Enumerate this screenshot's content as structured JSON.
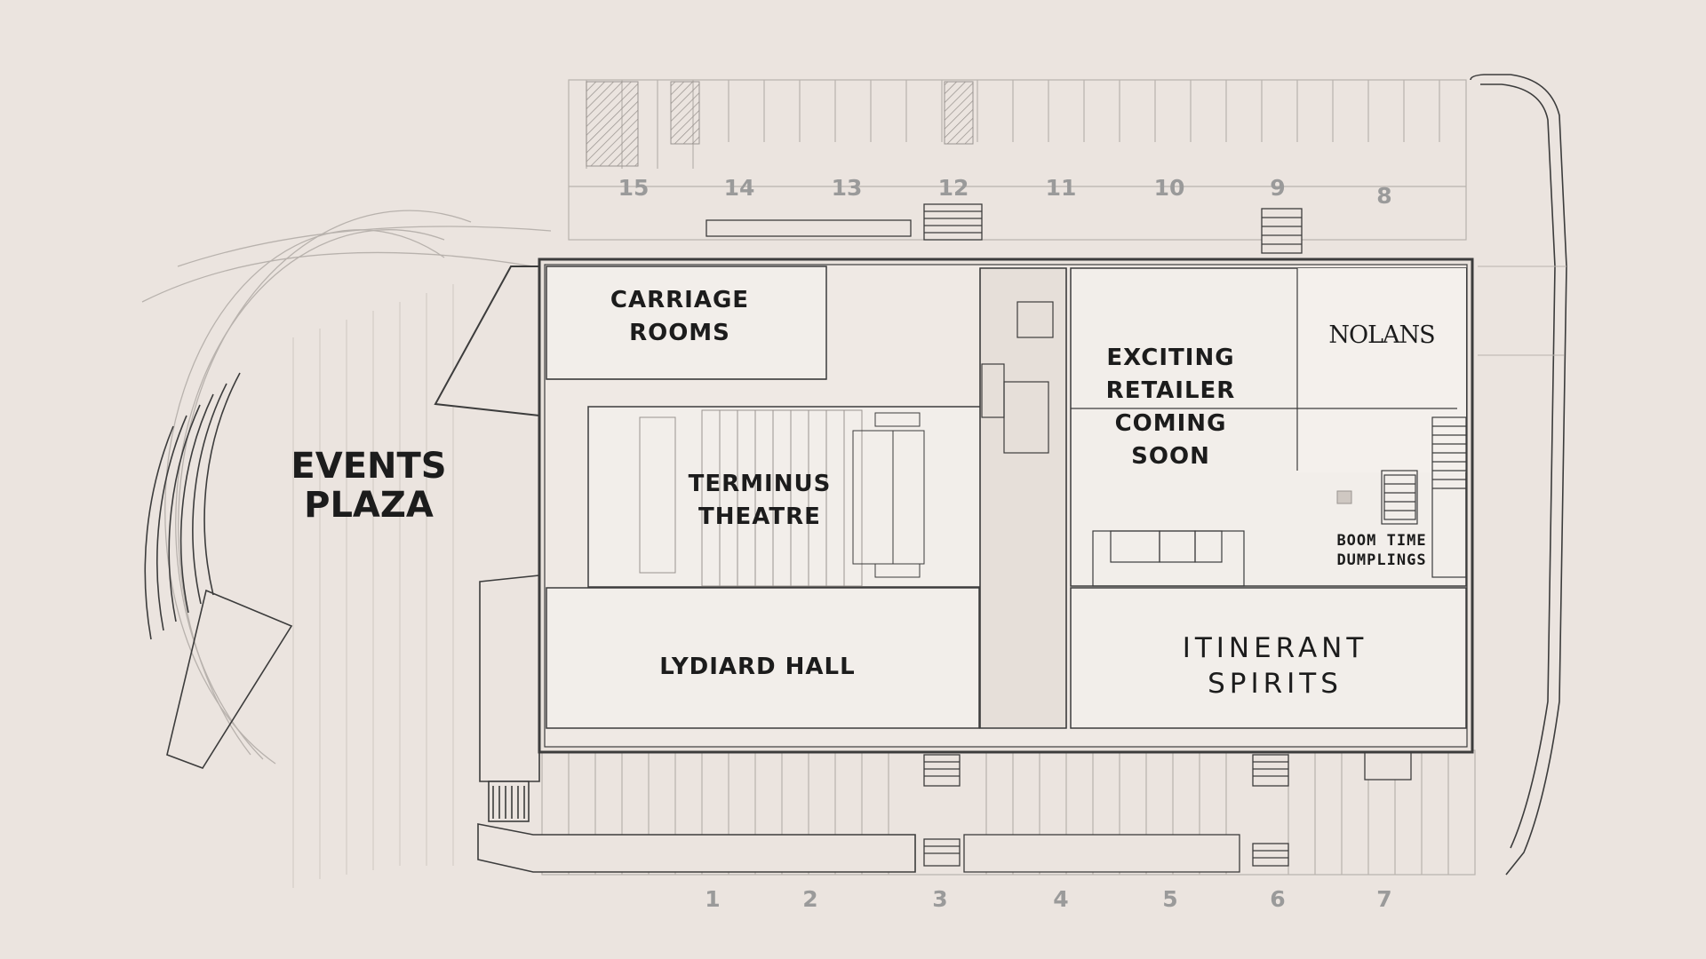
{
  "venues": {
    "events_plaza": "EVENTS\nPLAZA",
    "carriage_rooms": "CARRIAGE\nROOMS",
    "terminus_theatre": "TERMINUS\nTHEATRE",
    "lydiard_hall": "LYDIARD HALL",
    "exciting_retailer": "EXCITING\nRETAILER\nCOMING\nSOON",
    "nolans": "NOLANS",
    "boom_time_dumplings": "BOOM TIME\nDUMPLINGS",
    "itinerant_spirits": "ITINERANT\nSPIRITS"
  },
  "bay_numbers": {
    "top": [
      "15",
      "14",
      "13",
      "12",
      "11",
      "10",
      "9",
      "8"
    ],
    "bottom": [
      "1",
      "2",
      "3",
      "4",
      "5",
      "6",
      "7"
    ]
  },
  "colors": {
    "background": "#ebe4df",
    "floor": "#f1ece8",
    "line": "#3c3c3c",
    "light_line": "#b8b2ad",
    "hatch": "#9a9490",
    "label": "#1c1c1c",
    "bay_number": "#9a9a9a"
  }
}
